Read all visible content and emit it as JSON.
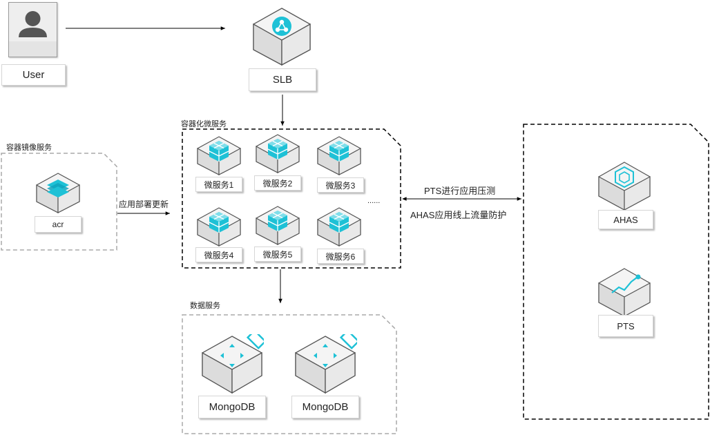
{
  "nodes": {
    "user": {
      "label": "User",
      "icon": "user-icon"
    },
    "slb": {
      "label": "SLB",
      "icon": "slb-icon"
    },
    "acr": {
      "label": "acr",
      "icon": "container-registry-icon"
    },
    "services": [
      {
        "label": "微服务1",
        "icon": "microservice-cube-icon"
      },
      {
        "label": "微服务2",
        "icon": "microservice-cube-icon"
      },
      {
        "label": "微服务3",
        "icon": "microservice-cube-icon"
      },
      {
        "label": "微服务4",
        "icon": "microservice-cube-icon"
      },
      {
        "label": "微服务5",
        "icon": "microservice-cube-icon"
      },
      {
        "label": "微服务6",
        "icon": "microservice-cube-icon"
      }
    ],
    "ellipsis": "......",
    "mongodb": [
      {
        "label": "MongoDB",
        "icon": "mongodb-icon"
      },
      {
        "label": "MongoDB",
        "icon": "mongodb-icon"
      }
    ],
    "ahas": {
      "label": "AHAS",
      "icon": "ahas-icon"
    },
    "pts": {
      "label": "PTS",
      "icon": "pts-chart-icon"
    }
  },
  "groups": {
    "registry": "容器镜像服务",
    "containerized": "容器化微服务",
    "data": "数据服务"
  },
  "edges": {
    "deploy": "应用部署更新",
    "pts_test": "PTS进行应用压测",
    "ahas_protect": "AHAS应用线上流量防护"
  },
  "colors": {
    "accent": "#1ec1d6",
    "accent_dark": "#0fa3bd",
    "block_face": "#f4f4f4",
    "block_side": "#dcdcdc",
    "outline": "#555555",
    "dashed_gray": "#a8a8a8",
    "dashed_black": "#000000"
  }
}
